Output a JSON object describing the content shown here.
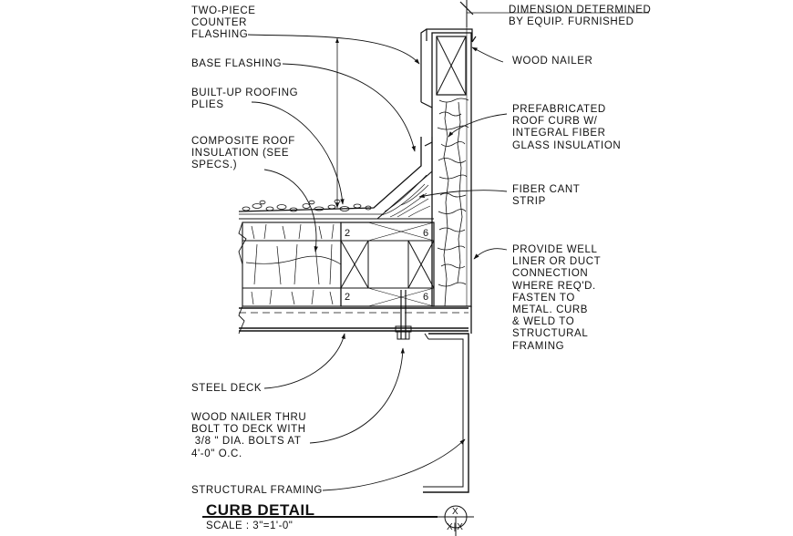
{
  "labels": {
    "two_piece_counter_flashing": [
      "TWO-PIECE",
      "COUNTER",
      "FLASHING"
    ],
    "base_flashing": [
      "BASE FLASHING"
    ],
    "built_up_roofing_plies": [
      "BUILT-UP ROOFING",
      "PLIES"
    ],
    "composite_roof_insulation": [
      "COMPOSITE ROOF",
      "INSULATION (SEE",
      "SPECS.)"
    ],
    "dimension_determined": [
      "DIMENSION DETERMINED",
      "BY EQUIP. FURNISHED"
    ],
    "wood_nailer": [
      "WOOD NAILER"
    ],
    "prefabricated_roof_curb": [
      "PREFABRICATED",
      "ROOF CURB W/",
      "INTEGRAL FIBER",
      "GLASS INSULATION"
    ],
    "fiber_cant_strip": [
      "FIBER CANT",
      "STRIP"
    ],
    "provide_well_liner": [
      "PROVIDE WELL",
      "LINER OR DUCT",
      "CONNECTION",
      "WHERE REQ'D.",
      "FASTEN TO",
      "METAL. CURB",
      "& WELD TO",
      "STRUCTURAL",
      "FRAMING"
    ],
    "steel_deck": [
      "STEEL DECK"
    ],
    "wood_nailer_thru_bolt": [
      "WOOD NAILER THRU",
      "BOLT TO DECK WITH",
      " 3/8 \" DIA. BOLTS AT",
      "4'-0\" O.C."
    ],
    "structural_framing": [
      "STRUCTURAL FRAMING"
    ]
  },
  "title": "CURB DETAIL",
  "scale": "SCALE : 3\"=1'-0\"",
  "dimension_marks": {
    "top_left": "2",
    "top_right": "6",
    "bottom_left": "2",
    "bottom_right": "6"
  },
  "section_bubble": {
    "top": "X",
    "bottom": "X|X"
  }
}
